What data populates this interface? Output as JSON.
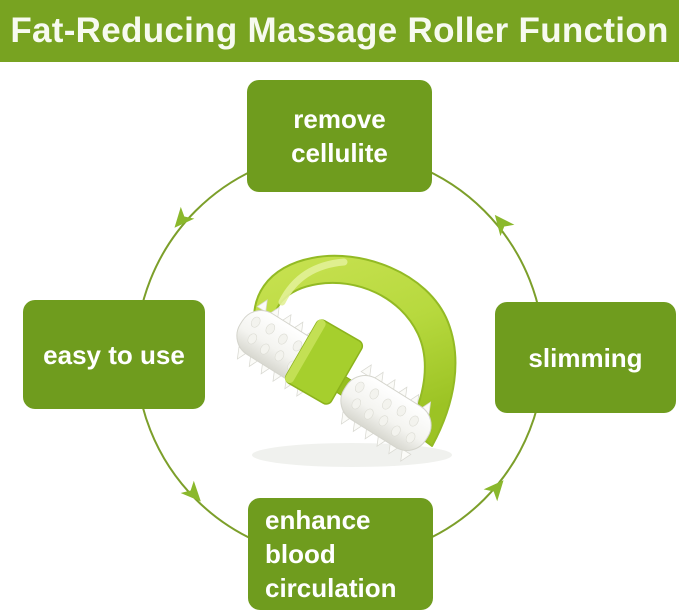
{
  "title": {
    "text": "Fat-Reducing Massage Roller Function"
  },
  "cycle": {
    "direction": "counterclockwise",
    "arrow_positions": [
      "top-left",
      "top-right",
      "bottom-left",
      "bottom-right"
    ],
    "nodes": [
      {
        "id": "top",
        "lines": [
          "remove cellulite"
        ]
      },
      {
        "id": "left",
        "lines": [
          "easy to use"
        ]
      },
      {
        "id": "right",
        "lines": [
          "slimming"
        ]
      },
      {
        "id": "bottom",
        "lines": [
          "enhance blood",
          "circulation"
        ]
      }
    ]
  },
  "product": {
    "kind": "fat-reducing massage roller"
  },
  "colors": {
    "background": "#ffffff",
    "banner_bg": "#78a321",
    "banner_text": "#f7faf0",
    "node_bg": "#6f9c1e",
    "node_text": "#ffffff",
    "cycle_line": "#7c9f2a",
    "arrow": "#8ab82c",
    "product_handle": "#b7d93e",
    "product_handle_shade": "#93ba24",
    "product_roller": "#fbfbf8"
  }
}
